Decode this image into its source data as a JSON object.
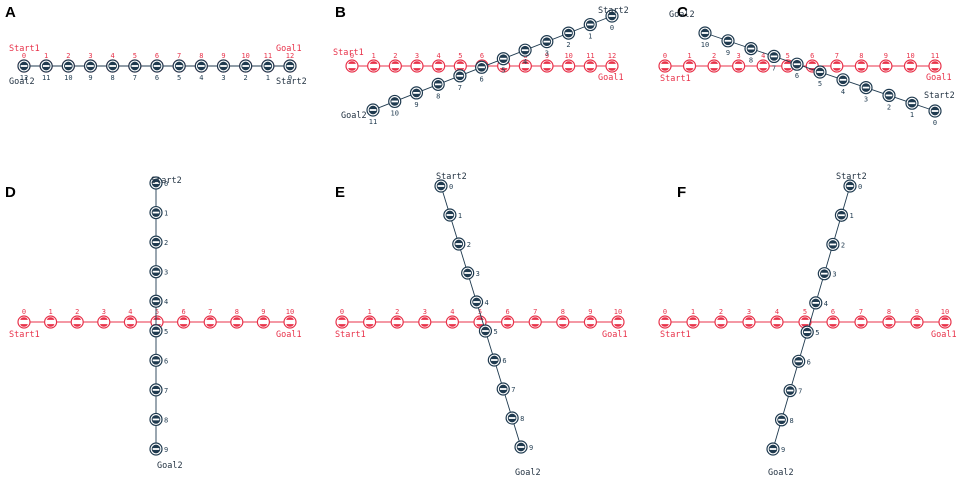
{
  "colors": {
    "agent1": "#e8324a",
    "agent2": "#1f3a4f"
  },
  "panels": [
    {
      "letter": "A",
      "labels": [
        "Start1",
        "Goal1",
        "Start2",
        "Goal2"
      ],
      "agent1_steps": [
        "0",
        "1",
        "2",
        "3",
        "4",
        "5",
        "6",
        "7",
        "8",
        "9",
        "10",
        "11",
        "12"
      ],
      "agent2_steps": [
        "0",
        "1",
        "2",
        "3",
        "4",
        "5",
        "6",
        "7",
        "8",
        "9",
        "10",
        "11",
        "12"
      ]
    },
    {
      "letter": "B",
      "labels": [
        "Start1",
        "Goal1",
        "Start2",
        "Goal2"
      ],
      "agent1_steps": [
        "0",
        "1",
        "2",
        "3",
        "4",
        "5",
        "6",
        "7",
        "8",
        "9",
        "10",
        "11",
        "12"
      ],
      "agent2_steps": [
        "0",
        "1",
        "2",
        "3",
        "4",
        "5",
        "6",
        "7",
        "8",
        "9",
        "10",
        "11"
      ]
    },
    {
      "letter": "C",
      "labels": [
        "Start1",
        "Goal1",
        "Start2",
        "Goal2"
      ],
      "agent1_steps": [
        "0",
        "1",
        "2",
        "3",
        "4",
        "5",
        "6",
        "7",
        "8",
        "9",
        "10",
        "11"
      ],
      "agent2_steps": [
        "0",
        "1",
        "2",
        "3",
        "4",
        "5",
        "6",
        "7",
        "8",
        "9",
        "10"
      ]
    },
    {
      "letter": "D",
      "labels": [
        "Start1",
        "Goal1",
        "Start2",
        "Goal2"
      ],
      "agent1_steps": [
        "0",
        "1",
        "2",
        "3",
        "4",
        "5",
        "6",
        "7",
        "8",
        "9",
        "10"
      ],
      "agent2_steps": [
        "0",
        "1",
        "2",
        "3",
        "4",
        "5",
        "6",
        "7",
        "8",
        "9"
      ]
    },
    {
      "letter": "E",
      "labels": [
        "Start1",
        "Goal1",
        "Start2",
        "Goal2"
      ],
      "agent1_steps": [
        "0",
        "1",
        "2",
        "3",
        "4",
        "5",
        "6",
        "7",
        "8",
        "9",
        "10"
      ],
      "agent2_steps": [
        "0",
        "1",
        "2",
        "3",
        "4",
        "5",
        "6",
        "7",
        "8",
        "9"
      ]
    },
    {
      "letter": "F",
      "labels": [
        "Start1",
        "Goal1",
        "Start2",
        "Goal2"
      ],
      "agent1_steps": [
        "0",
        "1",
        "2",
        "3",
        "4",
        "5",
        "6",
        "7",
        "8",
        "9",
        "10"
      ],
      "agent2_steps": [
        "0",
        "1",
        "2",
        "3",
        "4",
        "5",
        "6",
        "7",
        "8",
        "9"
      ]
    }
  ]
}
